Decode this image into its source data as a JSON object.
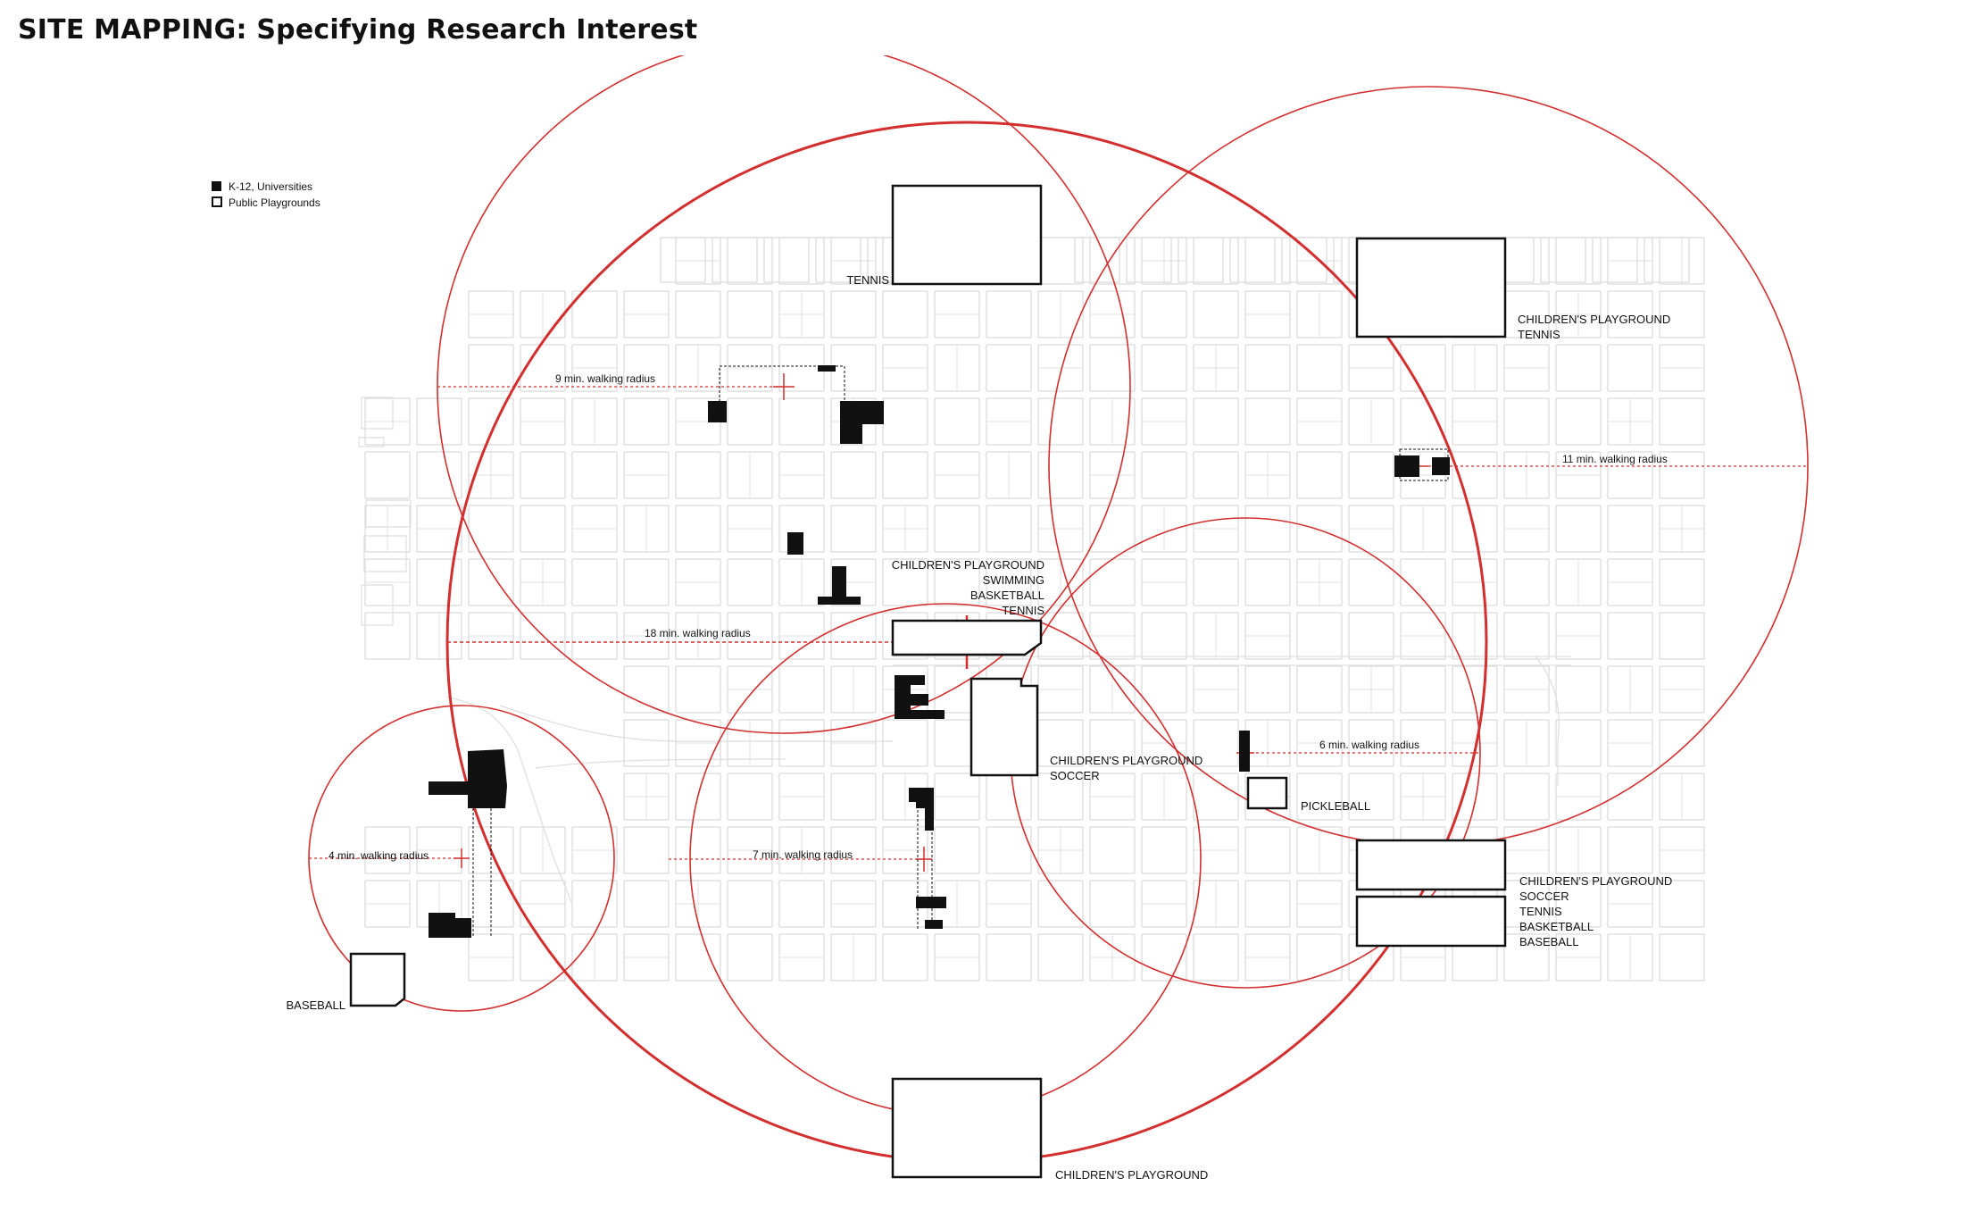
{
  "title": "SITE MAPPING: Specifying Research Interest",
  "legend": {
    "schools_label": "K-12, Universities",
    "playgrounds_label": "Public Playgrounds"
  },
  "radius_labels": {
    "r9": "9 min. walking radius",
    "r18": "18 min. walking radius",
    "r11": "11 min. walking radius",
    "r6": "6 min. walking radius",
    "r4": "4 min. walking radius",
    "r7": "7 min. walking radius"
  },
  "playground_labels": {
    "tennis_top": [
      "TENNIS"
    ],
    "ne_park": [
      "CHILDREN'S PLAYGROUND",
      "TENNIS"
    ],
    "center_park": [
      "CHILDREN'S PLAYGROUND",
      "SWIMMING",
      "BASKETBALL",
      "TENNIS"
    ],
    "soccer_park": [
      "CHILDREN'S PLAYGROUND",
      "SOCCER"
    ],
    "pickleball": [
      "PICKLEBALL"
    ],
    "se_park": [
      "CHILDREN'S PLAYGROUND",
      "SOCCER",
      "TENNIS",
      "BASKETBALL",
      "BASEBALL"
    ],
    "baseball": [
      "BASEBALL"
    ],
    "south_park": [
      "CHILDREN'S PLAYGROUND"
    ]
  },
  "colors": {
    "radius": "#d32f2f",
    "ink": "#111111",
    "street_grid": "#d9d9d9"
  }
}
